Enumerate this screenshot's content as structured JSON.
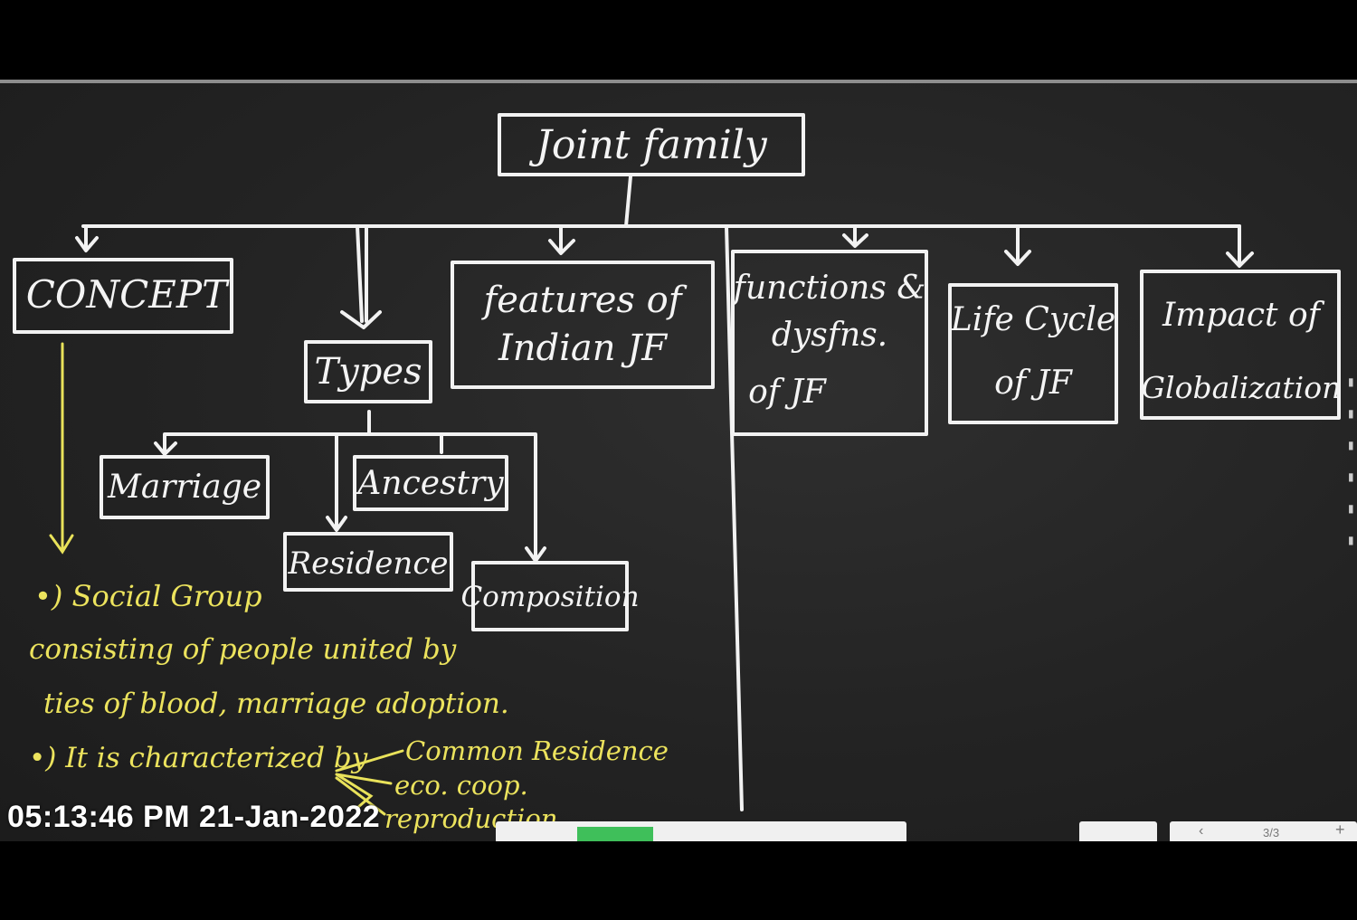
{
  "diagram": {
    "root": "Joint family",
    "branches": {
      "concept": "CONCEPT",
      "types": "Types",
      "features": [
        "features of",
        "Indian JF"
      ],
      "functions": [
        "functions &",
        "dysfns.",
        "of JF"
      ],
      "lifecycle": [
        "Life Cycle",
        "of JF"
      ],
      "impact": [
        "Impact of",
        "Globalization"
      ]
    },
    "types_children": {
      "marriage": "Marriage",
      "ancestry": "Ancestry",
      "residence": "Residence",
      "composition": "Composition"
    },
    "concept_notes": {
      "line1": "•) Social Group",
      "line2": "consisting of people united by",
      "line3": "ties of blood, marriage adoption.",
      "line4": "•) It is characterized by",
      "char1": "Common Residence",
      "char2": "eco. coop.",
      "char3": "reproduction"
    }
  },
  "overlay": {
    "timestamp": "05:13:46 PM 21-Jan-2022",
    "page_indicator": "3/3"
  },
  "colors": {
    "board": "#232323",
    "chalk": "#f2f2f2",
    "yellow_chalk": "#e9e25a"
  }
}
